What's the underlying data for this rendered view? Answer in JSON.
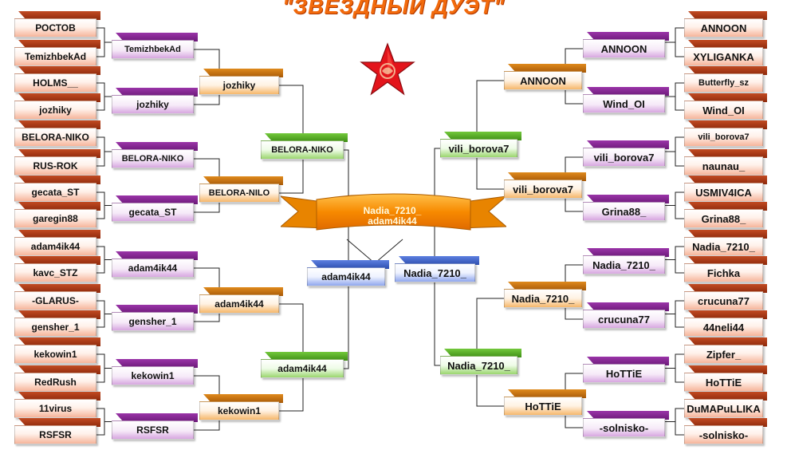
{
  "title": "\"ЗВЁЗДНЫЙ ДУЭТ\"",
  "final": {
    "line1": "Nadia_7210_",
    "line2": "adam4ik44"
  },
  "semifinal": {
    "left": "adam4ik44",
    "right": "Nadia_7210_"
  },
  "left": {
    "round1": [
      "РОСТОВ",
      "TemizhbekAd",
      "HOLMS__",
      "jozhiky",
      "BELORA-NIKO",
      "RUS-ROK",
      "gecata_ST",
      "garegin88",
      "adam4ik44",
      "kavc_STZ",
      "-GLARUS-",
      "gensher_1",
      "kekowin1",
      "RedRush",
      "11virus",
      "RSFSR"
    ],
    "round2": [
      "TemizhbekAd",
      "jozhiky",
      "BELORA-NIKO",
      "gecata_ST",
      "adam4ik44",
      "adam4ik44",
      "gensher_1",
      "kekowin1",
      "RSFSR"
    ],
    "round3": [
      "jozhiky",
      "BELORA-NILO",
      "adam4ik44",
      "kekowin1"
    ],
    "round4": [
      "BELORA-NIKO",
      "adam4ik44"
    ]
  },
  "right": {
    "round1": [
      "ANNOON",
      "XYLIGANKA",
      "Butterfly_sz",
      "Wind_OI",
      "vili_borova7",
      "naunau_",
      "USMIV4ICA",
      "Grina88_",
      "Nadia_7210_",
      "Fichka",
      "crucuna77",
      "44neli44",
      "Zipfer_",
      "HoTTiE",
      "DuMAPuLLIKA",
      "-solnisko-"
    ],
    "round2": [
      "ANNOON",
      "Wind_OI",
      "vili_borova7",
      "Grina88_",
      "Nadia_7210_",
      "crucuna77",
      "HoTTiE",
      "-solnisko-"
    ],
    "round3": [
      "ANNOON",
      "vili_borova7",
      "Nadia_7210_",
      "HoTTiE"
    ],
    "round4": [
      "vili_borova7",
      "Nadia_7210_"
    ]
  },
  "colors": {
    "title": "#f26a0c",
    "round1": "#8f2a0c",
    "round2": "#7b1f88",
    "round3": "#c8760f",
    "round4": "#4fa626",
    "semifinal": "#3c5fc4",
    "final": "#f78a00",
    "star": "#e3141b"
  },
  "icons": {
    "star": "red-star-emblem"
  }
}
